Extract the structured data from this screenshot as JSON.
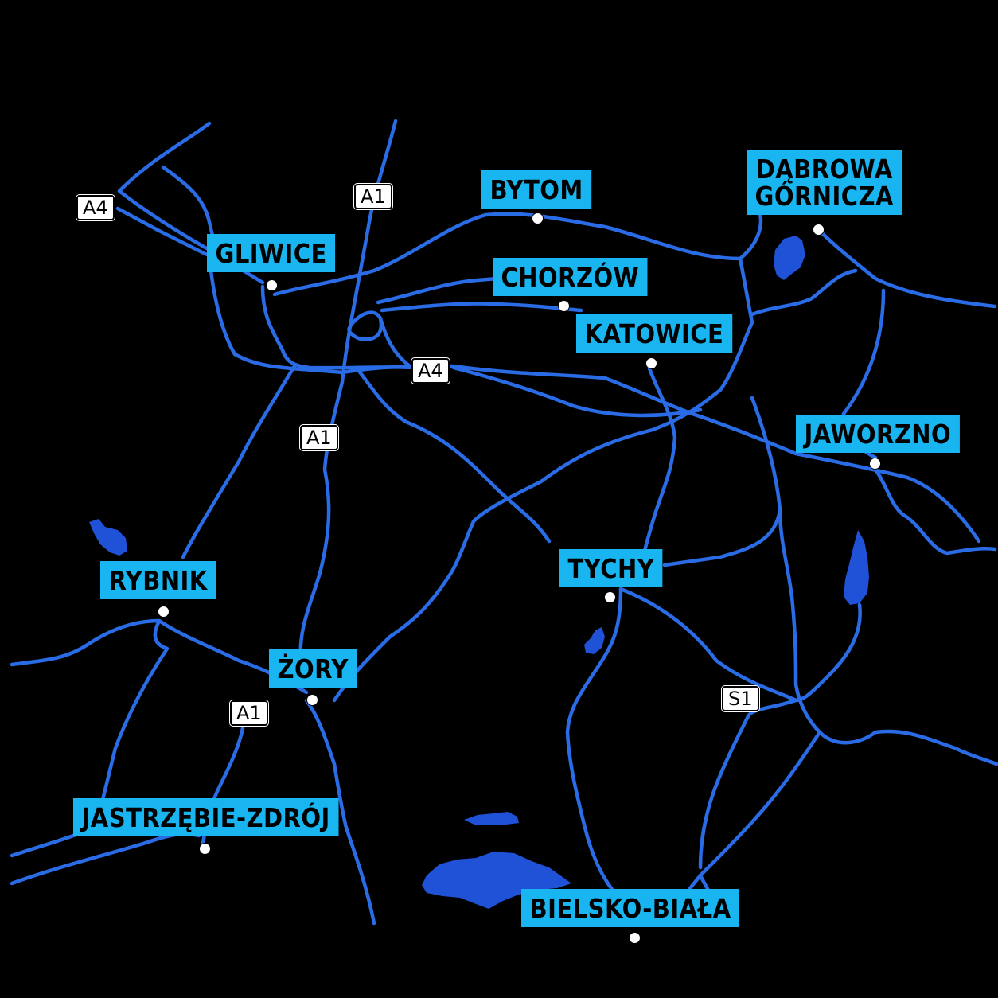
{
  "colors": {
    "background": "#000000",
    "road": "#2a6be6",
    "lake": "#1f52d6",
    "label_bg": "#19b5f0",
    "dot": "#ffffff"
  },
  "cities": [
    {
      "id": "gliwice",
      "name": "GLIWICE"
    },
    {
      "id": "bytom",
      "name": "BYTOM"
    },
    {
      "id": "chorzow",
      "name": "CHORZÓW"
    },
    {
      "id": "katowice",
      "name": "KATOWICE"
    },
    {
      "id": "dabrowa",
      "name": "DĄBROWA\nGÓRNICZA"
    },
    {
      "id": "jaworzno",
      "name": "JAWORZNO"
    },
    {
      "id": "tychy",
      "name": "TYCHY"
    },
    {
      "id": "rybnik",
      "name": "RYBNIK"
    },
    {
      "id": "zory",
      "name": "ŻORY"
    },
    {
      "id": "jastrzebie",
      "name": "JASTRZĘBIE-ZDRÓJ"
    },
    {
      "id": "bielsko",
      "name": "BIELSKO-BIAŁA"
    }
  ],
  "road_shields": [
    {
      "id": "a4-west",
      "label": "A4"
    },
    {
      "id": "a1-north",
      "label": "A1"
    },
    {
      "id": "a4-center",
      "label": "A4"
    },
    {
      "id": "a1-middle",
      "label": "A1"
    },
    {
      "id": "a1-south",
      "label": "A1"
    },
    {
      "id": "s1",
      "label": "S1"
    }
  ]
}
